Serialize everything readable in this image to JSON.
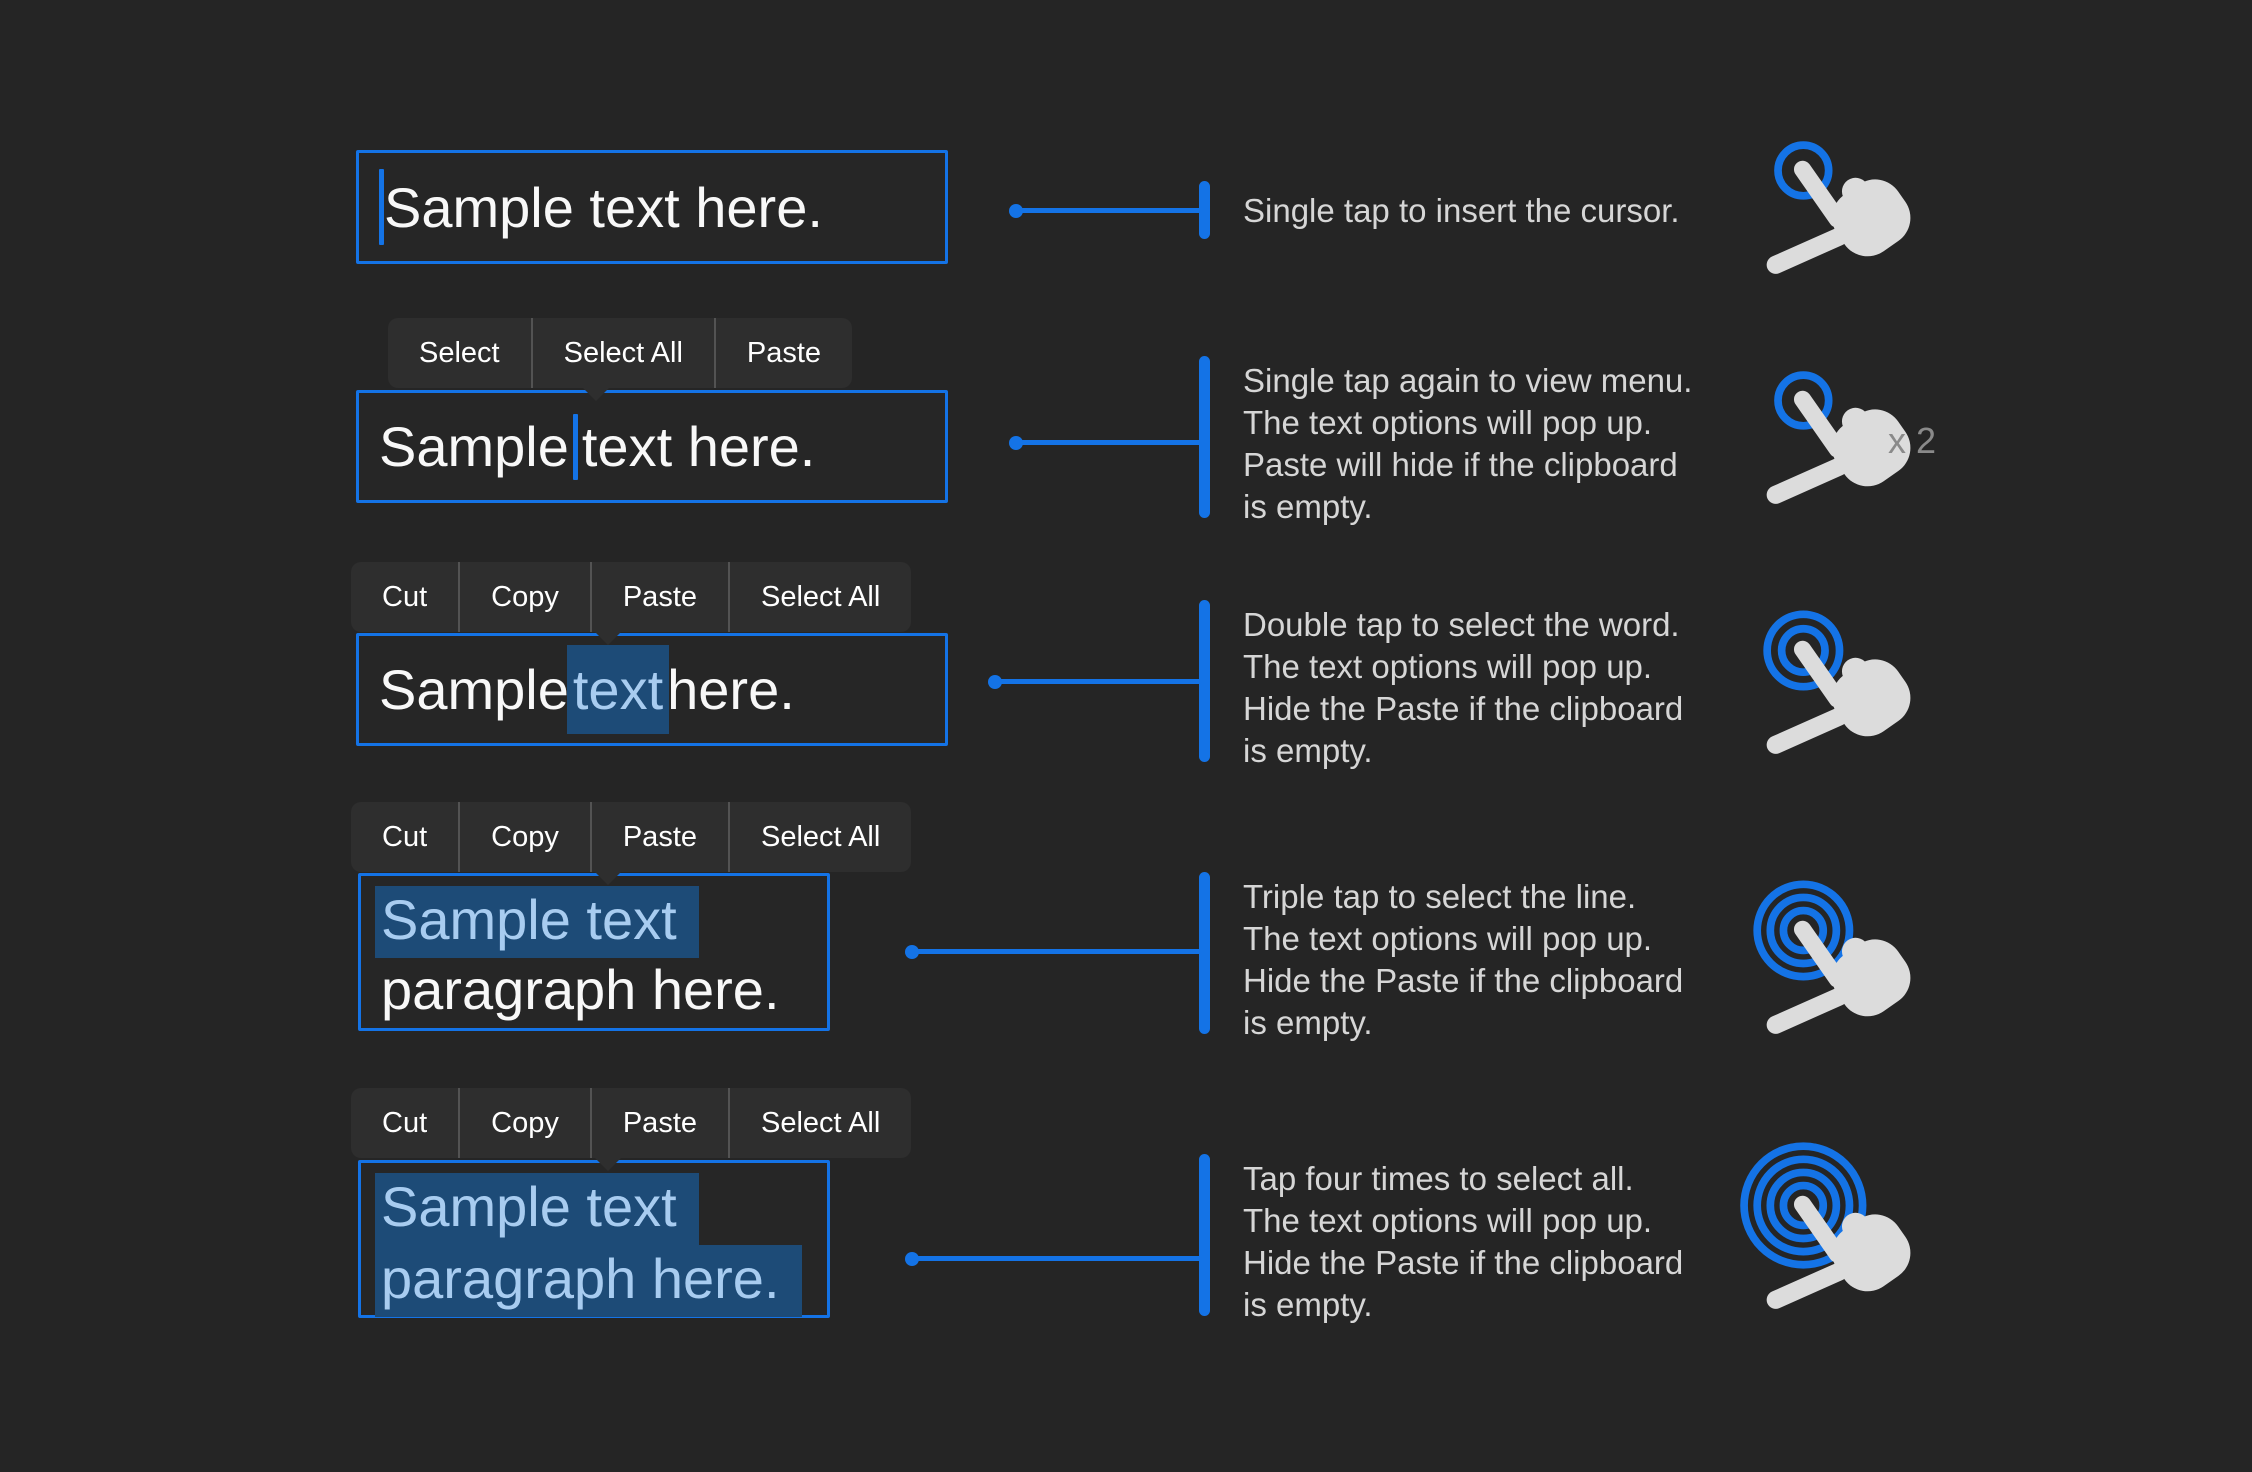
{
  "colors": {
    "background": "#252525",
    "accent_blue": "#1473E6",
    "selection_background": "#1D4B77",
    "selection_text": "#A8CCF0",
    "caption_text": "#D6D6D6",
    "menu_background": "#2E2E2E",
    "hand_icon": "#DCDCDC"
  },
  "rows": [
    {
      "name": "single-tap",
      "textbox": {
        "text": "Sample text here.",
        "cursor": "start"
      },
      "caption": [
        "Single tap to insert the cursor."
      ],
      "gesture": {
        "taps": 1
      }
    },
    {
      "name": "single-tap-again",
      "menu": {
        "items": [
          "Select",
          "Select All",
          "Paste"
        ]
      },
      "textbox": {
        "before_cursor": "Sample",
        "after_cursor": "text here.",
        "cursor": "middle"
      },
      "caption": [
        "Single tap again to view menu.",
        "The text options will pop up.",
        "Paste will hide if the clipboard",
        "is empty."
      ],
      "gesture": {
        "taps": 1,
        "label": "x 2"
      }
    },
    {
      "name": "double-tap",
      "menu": {
        "items": [
          "Cut",
          "Copy",
          "Paste",
          "Select All"
        ]
      },
      "textbox": {
        "before": "Sample ",
        "selected": "text",
        "after": " here."
      },
      "caption": [
        "Double tap to select the word.",
        "The text options will pop up.",
        "Hide the Paste if the clipboard",
        "is empty."
      ],
      "gesture": {
        "taps": 2
      }
    },
    {
      "name": "triple-tap",
      "menu": {
        "items": [
          "Cut",
          "Copy",
          "Paste",
          "Select All"
        ]
      },
      "textbox": {
        "line1": "Sample text",
        "line2": "paragraph here.",
        "line1_selected": true,
        "line2_selected": false
      },
      "caption": [
        "Triple tap to select the line.",
        "The text options will pop up.",
        "Hide the Paste if the clipboard",
        "is empty."
      ],
      "gesture": {
        "taps": 3
      }
    },
    {
      "name": "tap-four-times",
      "menu": {
        "items": [
          "Cut",
          "Copy",
          "Paste",
          "Select All"
        ]
      },
      "textbox": {
        "line1": "Sample text",
        "line2": "paragraph here.",
        "line1_selected": true,
        "line2_selected": true
      },
      "caption": [
        "Tap four times to select all.",
        "The text options will pop up.",
        "Hide the Paste if the clipboard",
        "is empty."
      ],
      "gesture": {
        "taps": 4
      }
    }
  ]
}
